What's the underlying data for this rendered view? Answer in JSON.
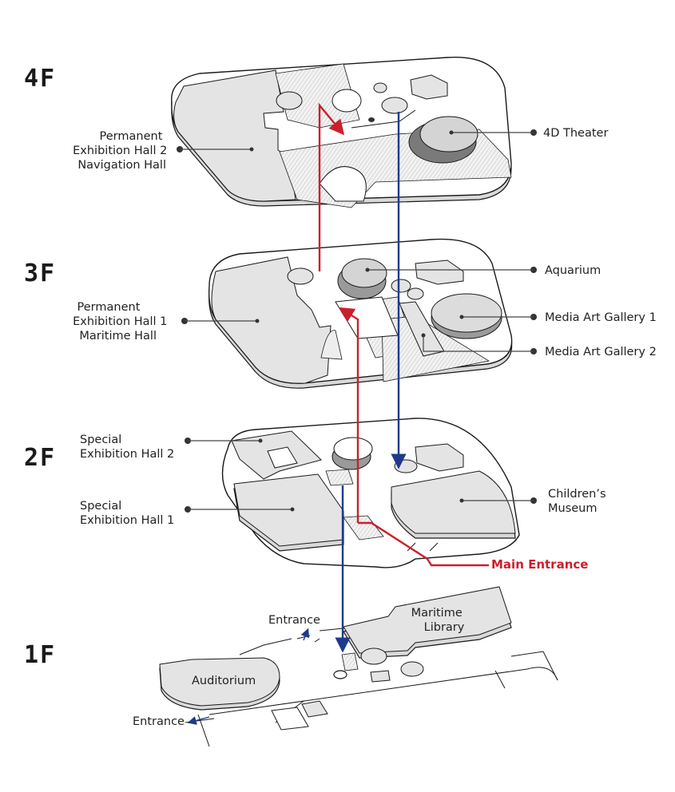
{
  "floors": [
    {
      "id": "4f",
      "label": "4F"
    },
    {
      "id": "3f",
      "label": "3F"
    },
    {
      "id": "2f",
      "label": "2F"
    },
    {
      "id": "1f",
      "label": "1F"
    }
  ],
  "labels": {
    "f4_left": [
      "Permanent",
      "Exhibition Hall 2",
      "Navigation Hall"
    ],
    "f4_right": "4D Theater",
    "f3_left": [
      "Permanent",
      "Exhibition Hall 1",
      "Maritime Hall"
    ],
    "f3_aquarium": "Aquarium",
    "f3_media1": "Media Art Gallery 1",
    "f3_media2": "Media Art Gallery 2",
    "f2_special2": [
      "Special",
      "Exhibition Hall 2"
    ],
    "f2_special1": [
      "Special",
      "Exhibition Hall 1"
    ],
    "f2_children": [
      "Children’s",
      "Museum"
    ],
    "main_entrance": "Main Entrance",
    "f1_entrance_top": "Entrance",
    "f1_entrance_bottom": "Entrance",
    "f1_library": [
      "Maritime",
      "Library"
    ],
    "f1_auditorium": "Auditorium"
  },
  "colors": {
    "red_route": "#cc1f2d",
    "blue_route": "#1f3a8a",
    "room_fill": "#e4e4e4",
    "line": "#1a1a1a"
  }
}
